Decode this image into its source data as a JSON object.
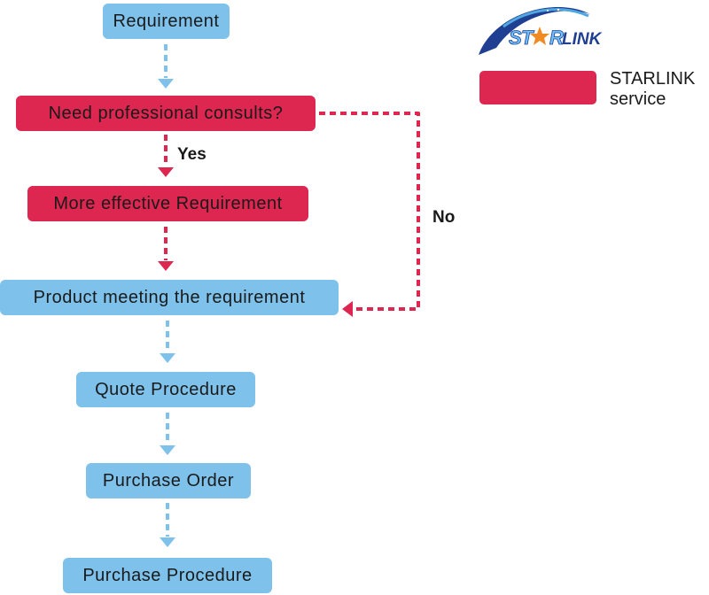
{
  "colors": {
    "starlink_service": "#dd2650",
    "standard_step": "#7ec1ea",
    "blue_connector": "#7ec1ea",
    "red_connector": "#dd2650"
  },
  "flowchart": {
    "nodes": {
      "requirement": "Requirement",
      "need_consults": "Need professional consults?",
      "more_effective": "More effective Requirement",
      "product_meeting": "Product meeting the requirement",
      "quote_procedure": "Quote Procedure",
      "purchase_order": "Purchase Order",
      "purchase_procedure": "Purchase Procedure"
    },
    "edge_labels": {
      "yes": "Yes",
      "no": "No"
    }
  },
  "logo": {
    "text": "STARLINK"
  },
  "legend": {
    "label_line1": "STARLINK",
    "label_line2": "service"
  }
}
